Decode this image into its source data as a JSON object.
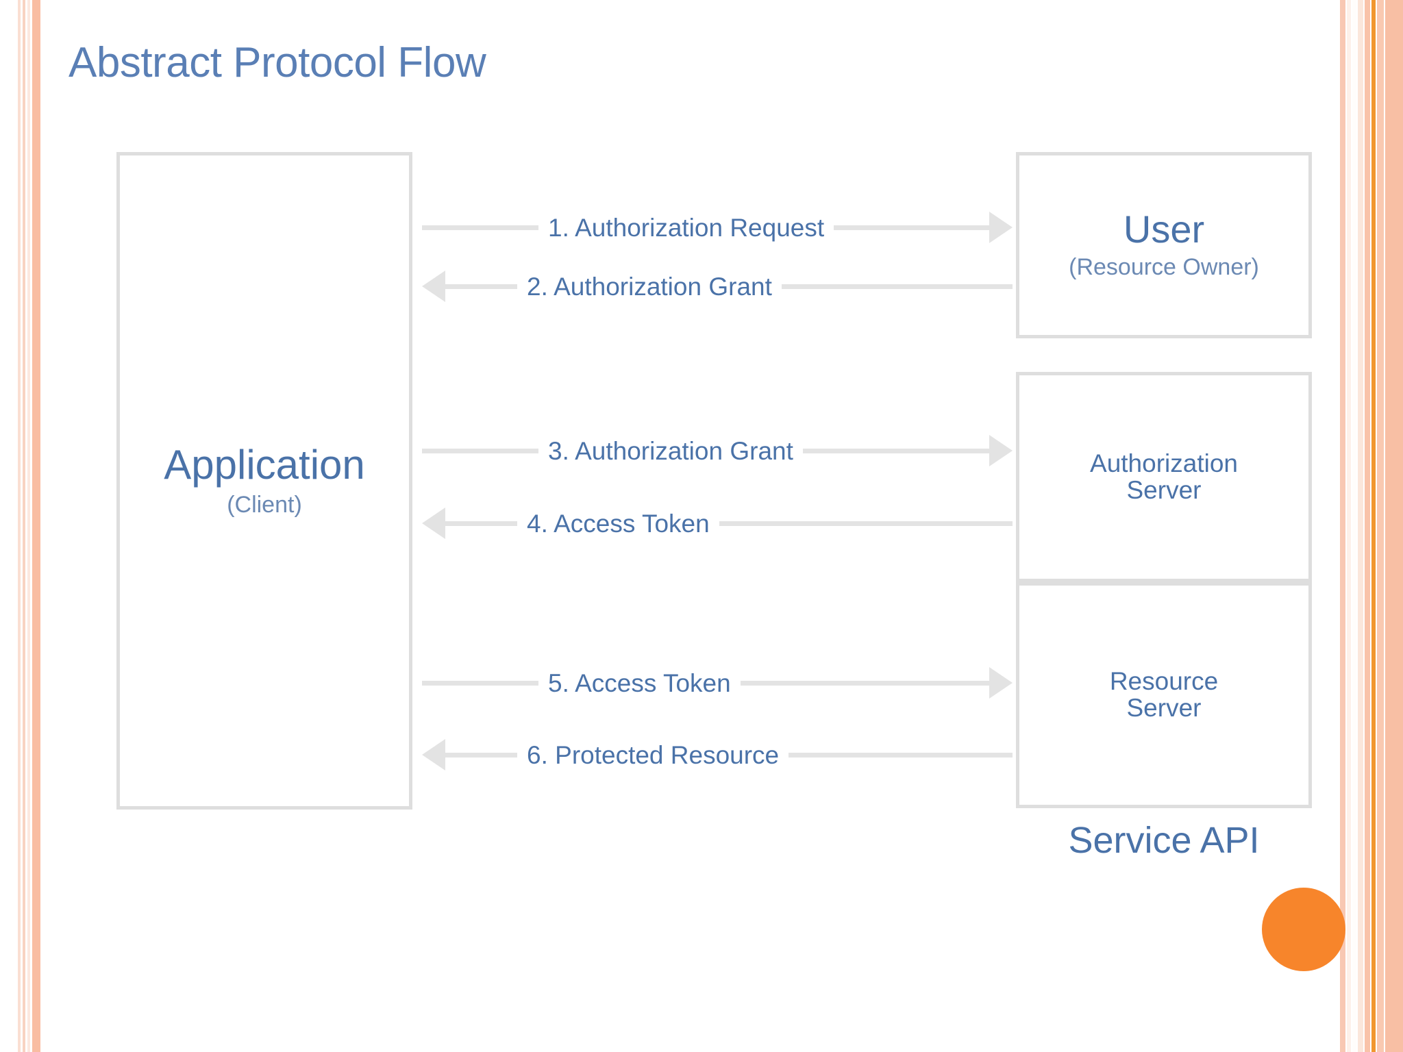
{
  "slide": {
    "title": "Abstract Protocol Flow",
    "accent_color": "#f7852b",
    "text_color": "#4a72a8",
    "line_color": "#e3e3e3",
    "border_color": "#dedede"
  },
  "diagram": {
    "type": "sequence-flow",
    "nodes": {
      "application": {
        "title": "Application",
        "subtitle": "(Client)"
      },
      "user": {
        "title": "User",
        "subtitle": "(Resource Owner)"
      },
      "authorization_server": {
        "title": "Authorization\nServer",
        "line1": "Authorization",
        "line2": "Server"
      },
      "resource_server": {
        "title": "Resource\nServer",
        "line1": "Resource",
        "line2": "Server"
      }
    },
    "group_label": "Service API",
    "flows": [
      {
        "number": "1.",
        "label": "1. Authorization Request",
        "direction": "right",
        "from": "application",
        "to": "user"
      },
      {
        "number": "2.",
        "label": "2. Authorization Grant",
        "direction": "left",
        "from": "user",
        "to": "application"
      },
      {
        "number": "3.",
        "label": "3. Authorization Grant",
        "direction": "right",
        "from": "application",
        "to": "authorization_server"
      },
      {
        "number": "4.",
        "label": "4. Access Token",
        "direction": "left",
        "from": "authorization_server",
        "to": "application"
      },
      {
        "number": "5.",
        "label": "5. Access Token",
        "direction": "right",
        "from": "application",
        "to": "resource_server"
      },
      {
        "number": "6.",
        "label": "6. Protected Resource",
        "direction": "left",
        "from": "resource_server",
        "to": "application"
      }
    ]
  }
}
